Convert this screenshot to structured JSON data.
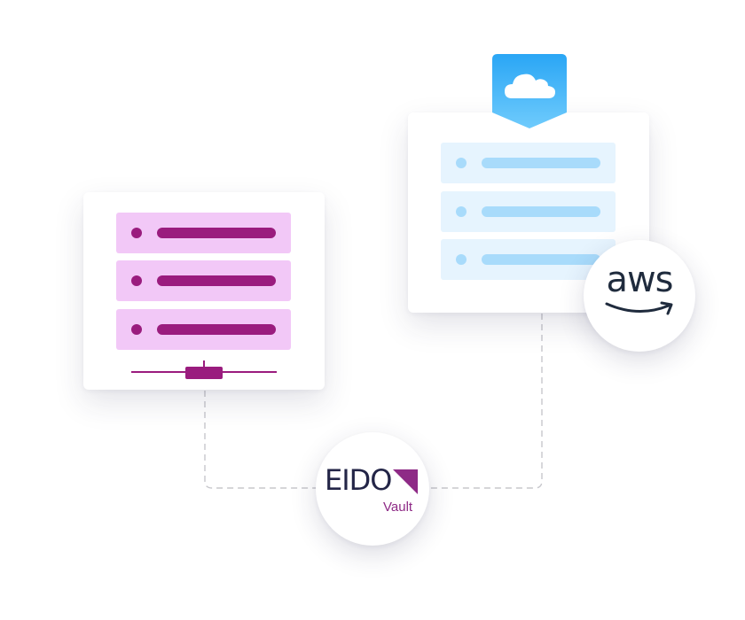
{
  "diagram": {
    "local_server": {
      "rows": [
        {
          "id": "row-1"
        },
        {
          "id": "row-2"
        },
        {
          "id": "row-3"
        }
      ],
      "colors": {
        "row_background": "#f2c8f7",
        "accent": "#9a1c7e"
      }
    },
    "cloud_server": {
      "rows": [
        {
          "id": "row-1"
        },
        {
          "id": "row-2"
        },
        {
          "id": "row-3"
        }
      ],
      "colors": {
        "row_background": "#e6f4fe",
        "accent": "#a8dbfb"
      },
      "badge_icon": "cloud-icon",
      "badge_colors": [
        "#2aa6f5",
        "#6fcbfc"
      ]
    },
    "aws_logo": {
      "text": "aws",
      "icon": "amazon-smile-icon",
      "colors": {
        "text": "#1f2b3d"
      }
    },
    "eido_logo": {
      "text": "EIDO",
      "subtext": "Vault",
      "icon": "triangle-mark-icon",
      "colors": {
        "text": "#232547",
        "accent": "#8e2a86"
      }
    },
    "connector": {
      "style": "dashed",
      "color": "#c7c7cc"
    }
  }
}
